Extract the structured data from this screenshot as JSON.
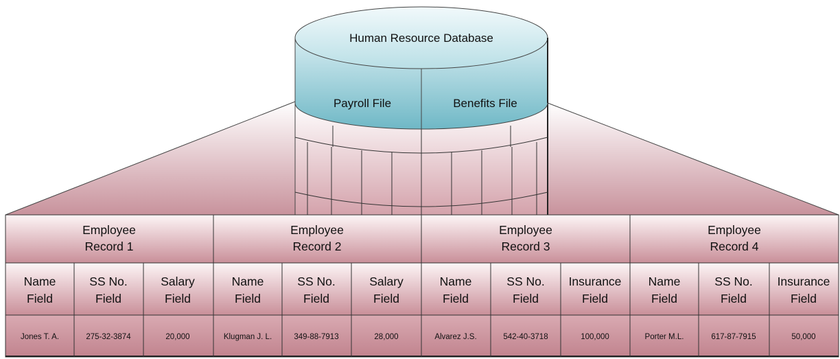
{
  "database": {
    "title": "Human Resource Database",
    "files": [
      "Payroll File",
      "Benefits File"
    ]
  },
  "records": [
    {
      "title_line1": "Employee",
      "title_line2": "Record 1",
      "fields": [
        {
          "line1": "Name",
          "line2": "Field",
          "value": "Jones T. A."
        },
        {
          "line1": "SS No.",
          "line2": "Field",
          "value": "275-32-3874"
        },
        {
          "line1": "Salary",
          "line2": "Field",
          "value": "20,000"
        }
      ]
    },
    {
      "title_line1": "Employee",
      "title_line2": "Record 2",
      "fields": [
        {
          "line1": "Name",
          "line2": "Field",
          "value": "Klugman J. L."
        },
        {
          "line1": "SS No.",
          "line2": "Field",
          "value": "349-88-7913"
        },
        {
          "line1": "Salary",
          "line2": "Field",
          "value": "28,000"
        }
      ]
    },
    {
      "title_line1": "Employee",
      "title_line2": "Record 3",
      "fields": [
        {
          "line1": "Name",
          "line2": "Field",
          "value": "Alvarez J.S."
        },
        {
          "line1": "SS No.",
          "line2": "Field",
          "value": "542-40-3718"
        },
        {
          "line1": "Insurance",
          "line2": "Field",
          "value": "100,000"
        }
      ]
    },
    {
      "title_line1": "Employee",
      "title_line2": "Record 4",
      "fields": [
        {
          "line1": "Name",
          "line2": "Field",
          "value": "Porter M.L."
        },
        {
          "line1": "SS No.",
          "line2": "Field",
          "value": "617-87-7915"
        },
        {
          "line1": "Insurance",
          "line2": "Field",
          "value": "50,000"
        }
      ]
    }
  ],
  "colors": {
    "cylinder_top": "#dff0f4",
    "cylinder_face": "#7fc3cf",
    "record_fill": "#c3909a",
    "record_light": "#fbf1f2"
  }
}
